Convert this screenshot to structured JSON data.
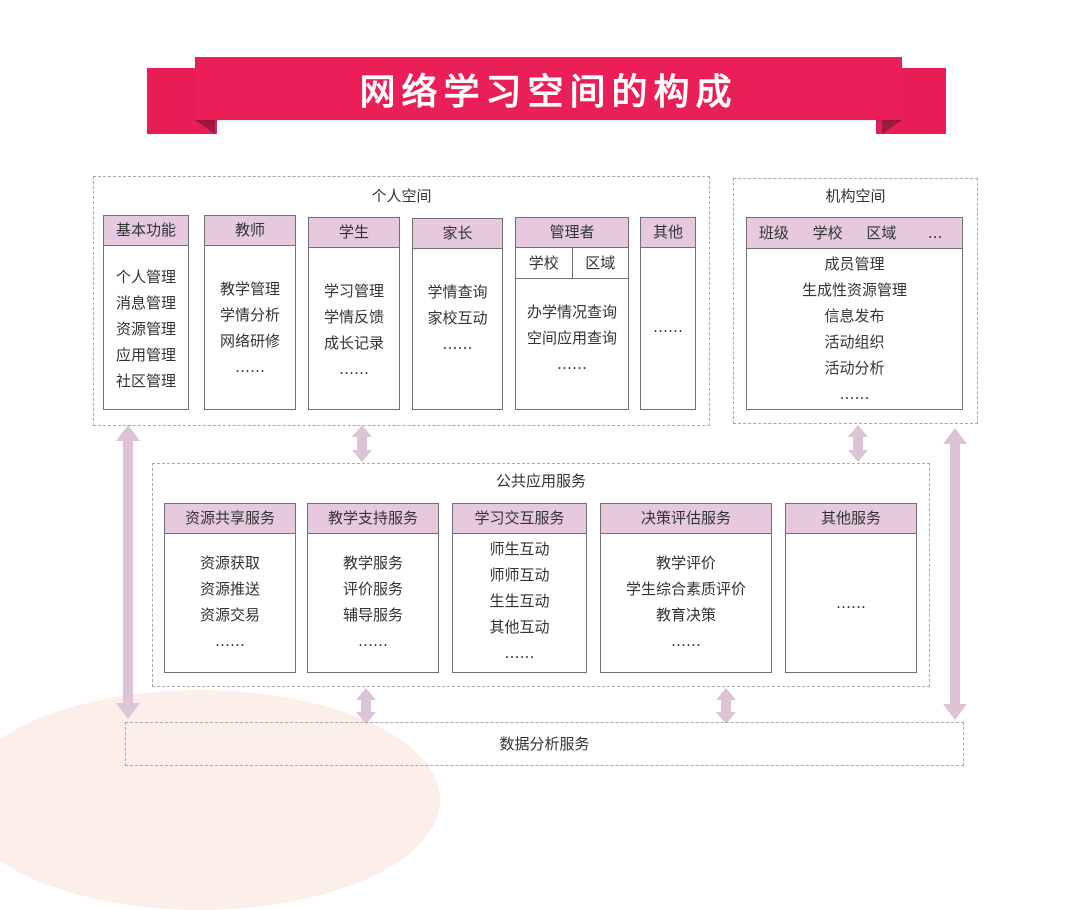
{
  "title": "网络学习空间的构成",
  "personal_space": {
    "title": "个人空间",
    "cards": [
      {
        "head": "基本功能",
        "items": [
          "个人管理",
          "消息管理",
          "资源管理",
          "应用管理",
          "社区管理"
        ]
      },
      {
        "head": "教师",
        "items": [
          "教学管理",
          "学情分析",
          "网络研修",
          "……"
        ]
      },
      {
        "head": "学生",
        "items": [
          "学习管理",
          "学情反馈",
          "成长记录",
          "……"
        ]
      },
      {
        "head": "家长",
        "items": [
          "学情查询",
          "家校互动",
          "……"
        ]
      },
      {
        "head": "管理者",
        "sub": [
          "学校",
          "区域"
        ],
        "items": [
          "办学情况查询",
          "空间应用查询",
          "……"
        ]
      },
      {
        "head": "其他",
        "items": [
          "……"
        ]
      }
    ]
  },
  "institution_space": {
    "title": "机构空间",
    "heads": [
      "班级",
      "学校",
      "区域",
      "…"
    ],
    "items": [
      "成员管理",
      "生成性资源管理",
      "信息发布",
      "活动组织",
      "活动分析",
      "……"
    ]
  },
  "public_services": {
    "title": "公共应用服务",
    "cards": [
      {
        "head": "资源共享服务",
        "items": [
          "资源获取",
          "资源推送",
          "资源交易",
          "……"
        ]
      },
      {
        "head": "教学支持服务",
        "items": [
          "教学服务",
          "评价服务",
          "辅导服务",
          "……"
        ]
      },
      {
        "head": "学习交互服务",
        "items": [
          "师生互动",
          "师师互动",
          "生生互动",
          "其他互动",
          "……"
        ]
      },
      {
        "head": "决策评估服务",
        "items": [
          "教学评价",
          "学生综合素质评价",
          "教育决策",
          "……"
        ]
      },
      {
        "head": "其他服务",
        "items": [
          "……"
        ]
      }
    ]
  },
  "data_service": {
    "title": "数据分析服务"
  },
  "colors": {
    "banner": "#ea1f57",
    "card_head": "#e6c9df",
    "arrow": "#dcc3d6"
  }
}
